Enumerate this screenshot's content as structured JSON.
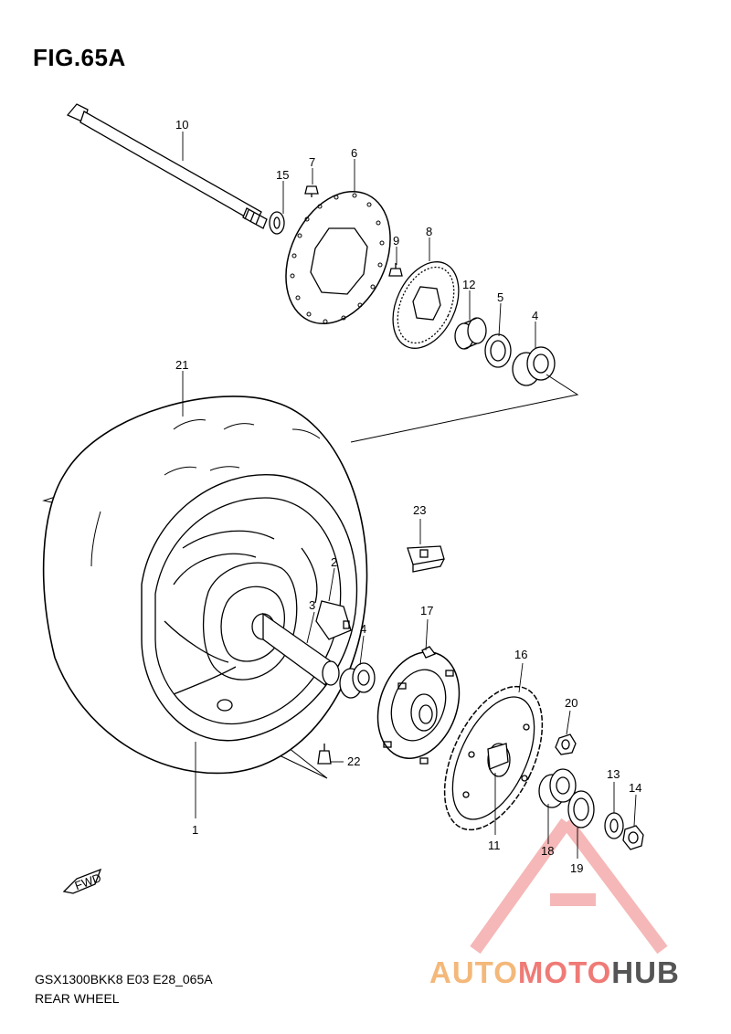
{
  "figure": {
    "title": "FIG.65A",
    "code": "GSX1300BKK8 E03 E28_065A",
    "name": "REAR WHEEL"
  },
  "watermark": {
    "part1": "AUTO",
    "part2": "MOTO",
    "part3": "HUB",
    "colors": {
      "part1": "#f3b87a",
      "part2": "#ef7a76",
      "part3": "#555555",
      "triangle": "#f2a0a0"
    }
  },
  "fwd_label": "FWD",
  "callouts": {
    "n1": "1",
    "n2": "2",
    "n3": "3",
    "n4a": "4",
    "n4b": "4",
    "n5": "5",
    "n6": "6",
    "n7": "7",
    "n8": "8",
    "n9": "9",
    "n10": "10",
    "n11": "11",
    "n12": "12",
    "n13": "13",
    "n14": "14",
    "n15": "15",
    "n16": "16",
    "n17": "17",
    "n18": "18",
    "n19": "19",
    "n20": "20",
    "n21": "21",
    "n22": "22",
    "n23": "23"
  }
}
